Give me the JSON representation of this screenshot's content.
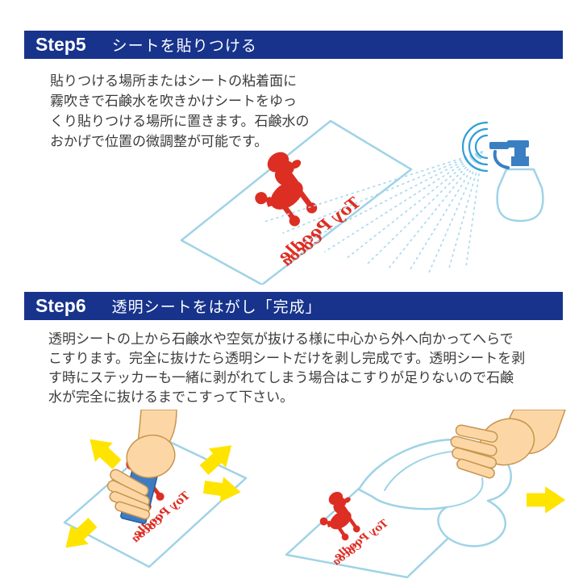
{
  "colors": {
    "header_blue": "#17338c",
    "sticker_red": "#dd2e23",
    "sheet_blue": "#9fd3e6",
    "arrow_yellow": "#ffe400",
    "skin": "#fcd7a5",
    "skin_outline": "#c8944f",
    "squeegee_blue": "#3e7cc2",
    "sprayer_blue": "#3a7fc1",
    "mist_blue": "#a9d8ee",
    "spray_arc_blue": "#2e9fd6",
    "text_dark": "#3c3c3c"
  },
  "step5": {
    "label": "Step5",
    "title": "シートを貼りつける",
    "body_lines": [
      "貼りつける場所またはシートの粘着面に",
      "霧吹きで石鹸水を吹きかけシートをゆっ",
      "くり貼りつける場所に置きます。石鹸水の",
      "おかげで位置の微調整が可能です。"
    ]
  },
  "step6": {
    "label": "Step6",
    "title": "透明シートをはがし「完成」",
    "body_lines": [
      "透明シートの上から石鹸水や空気が抜ける様に中心から外へ向かってへらで",
      "こすります。完全に抜けたら透明シートだけを剥し完成です。透明シートを剥",
      "す時にステッカーも一緒に剥がれてしまう場合はこすりが足りないので石鹸",
      "水が完全に抜けるまでこすって下さい。"
    ]
  },
  "sticker": {
    "line1": "Toy Poodle",
    "line2": "Cocoa"
  }
}
